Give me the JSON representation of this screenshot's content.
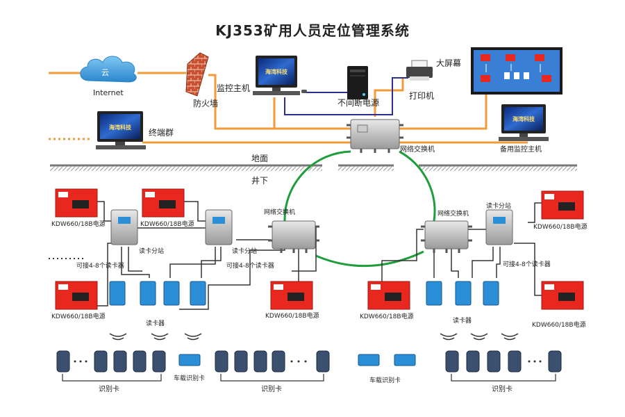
{
  "title": "KJ353矿用人员定位管理系统",
  "labels": {
    "cloud": "云",
    "internet": "Internet",
    "firewall": "防火墙",
    "monitor_host": "监控主机",
    "ups": "不间断电源",
    "printer": "打印机",
    "big_screen": "大屏幕",
    "terminal_group": "终端群",
    "network_switch": "网络交换机",
    "backup_host": "备用监控主机",
    "ground": "地面",
    "underground": "井下",
    "power_supply": "KDW660/18B电源",
    "reader_substation": "读卡分站",
    "connect_readers": "可接4-8个读卡器",
    "card_reader": "读卡器",
    "id_card": "识别卡",
    "vehicle_card": "车载识别卡",
    "screen_logo": "海湾科技"
  },
  "colors": {
    "ethernet": "#f39a3a",
    "serial": "#2b2f8f",
    "ring": "#1e9e3a",
    "bus": "#333333",
    "power_red": "#e8281e",
    "reader_blue": "#2a8fd6",
    "ground_line": "#777777"
  }
}
